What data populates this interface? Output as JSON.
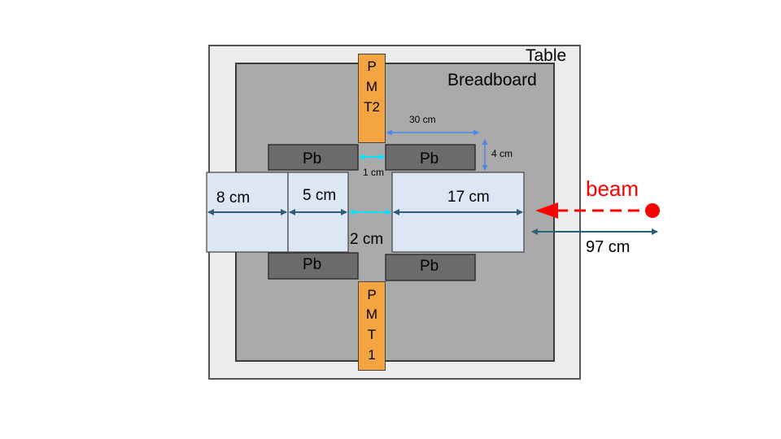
{
  "labels": {
    "table": "Table",
    "breadboard": "Breadboard",
    "pmt2": [
      "P",
      "M",
      "T2"
    ],
    "pmt1": [
      "P",
      "M",
      "T",
      "1"
    ],
    "pb_top_left": "Pb",
    "pb_top_right": "Pb",
    "pb_bottom_left": "Pb",
    "pb_bottom_right": "Pb",
    "dim_8cm": "8 cm",
    "dim_5cm": "5 cm",
    "dim_17cm": "17 cm",
    "dim_2cm": "2 cm",
    "dim_1cm": "1 cm",
    "dim_30cm": "30 cm",
    "dim_4cm": "4 cm",
    "dim_97cm": "97 cm",
    "beam": "beam"
  },
  "colors": {
    "table_fill": "#ececec",
    "table_border": "#555555",
    "breadboard_fill": "#aaaaaa",
    "breadboard_border": "#3a3a3a",
    "pb_fill": "#6b6b6b",
    "block_fill": "#dce6f5",
    "pmt_fill": "#f4a541",
    "dim_arrow": "#2e5f7a",
    "small_arrow": "#4a86e8",
    "cyan_arrow": "#00e5ff",
    "beam": "#ff0000"
  }
}
